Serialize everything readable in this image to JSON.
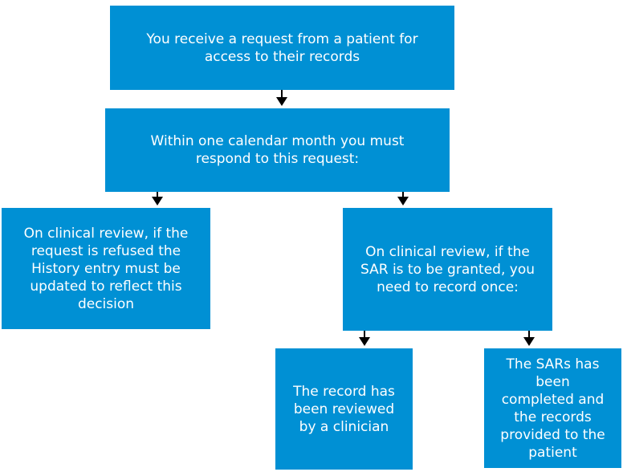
{
  "diagram": {
    "colors": {
      "box": "#0090d4",
      "text": "#ffffff",
      "arrow": "#000000"
    },
    "boxes": [
      {
        "id": "request-received",
        "text": "You receive a request from a patient for\naccess to their records"
      },
      {
        "id": "respond-within-month",
        "text": "Within one calendar month you must\nrespond to this request:"
      },
      {
        "id": "request-refused",
        "text": "On clinical review, if the\nrequest is refused the\nHistory entry must be\nupdated to reflect this\ndecision"
      },
      {
        "id": "sar-granted",
        "text": "On clinical review, if the\nSAR is to be granted, you\nneed to record once:"
      },
      {
        "id": "record-reviewed",
        "text": "The record has\nbeen reviewed\nby a clinician"
      },
      {
        "id": "sar-completed",
        "text": "The SARs has\nbeen\ncompleted and\nthe records\nprovided to the\npatient"
      }
    ],
    "connectors": [
      {
        "from": "request-received",
        "to": "respond-within-month"
      },
      {
        "from": "respond-within-month",
        "to": "request-refused"
      },
      {
        "from": "respond-within-month",
        "to": "sar-granted"
      },
      {
        "from": "sar-granted",
        "to": "record-reviewed"
      },
      {
        "from": "sar-granted",
        "to": "sar-completed"
      }
    ]
  }
}
